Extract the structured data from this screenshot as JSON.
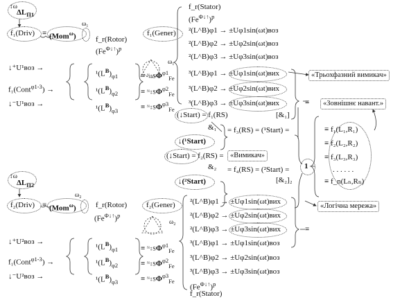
{
  "top_block": {
    "dl1_prefix": "↕ω",
    "dl1": "ΔL",
    "dl1_sub": "П1",
    "driv1": "f₁(Driv)",
    "mom1": "(Mom",
    "mom1_sup": "ω",
    "mom1_close": ")",
    "omega1": "ω₁",
    "rotor1": "f_r(Rotor)",
    "fe1": "(Fe",
    "fe1_sup": "Φ↓↑",
    "fe1_close": ")",
    "fe1_p": "p",
    "gener1": "f₁(Gener)",
    "omega1b": "ω₁",
    "stator1": "f_r(Stator)",
    "fe1b": "(Fe",
    "fe1b_sup": "Φ↓↑",
    "fe1b_close": ")",
    "fe1b_p": "p",
    "u1_top": "↓⁺U¹вoз →",
    "cont1": "f₁(Cont",
    "cont1_sup": "φ1-3",
    "cont1_close": ") →",
    "u1_bot": "↓⁻U¹вoз →",
    "lb1": "¹(L",
    "lb1_sup": "B",
    "lb1_close": ")",
    "lb1_subs": [
      "φ1",
      "φ2",
      "φ3"
    ],
    "flux1": [
      "ᴺ↕S",
      "ᴺ↕S",
      "ᴺ↕S"
    ],
    "flux1_phi": [
      "Φ",
      "Φ",
      "Φ"
    ],
    "flux1_sup": [
      "φ1",
      "φ2",
      "φ3"
    ],
    "flux1_fe": [
      "Fe",
      "Fe",
      "Fe"
    ],
    "gen1_rows": [
      "²(L^B)φ1 → ±Uφ1sin(ωt)воз",
      "²(L^B)φ2 → ±Uφ2sin(ωt)воз",
      "²(L^B)φ3 → ±Uφ3sin(ωt)воз",
      "³(L^B)φ1 → ±Uφ1sin(ωt)вих",
      "³(L^B)φ2 → ±Uφ2sin(ωt)вих",
      "³(L^B)φ3 → ±Uφ3sin(ωt)вих"
    ]
  },
  "middle_block": {
    "start_rs": "(↓Start) = f₁(RS)",
    "start1": "↓(¹Start)",
    "and1": "&₁",
    "f3": "= f₃(RS) = (¹Start) =",
    "and3": "[&₁]",
    "start2_rs": "(↓Start) = f₂(RS) =",
    "switch_label": "«Вимикач»",
    "and2": "&₂",
    "f4": "= f₄(RS) = (²Start) =",
    "start2": "↓(²Start)",
    "and2b": "[&₂]₂",
    "three_phase_switch": "«Трьохфазний вимикач»",
    "external_load": "«Зовнішнє навант.»",
    "logic_network": "«Логічна мережа»",
    "load_rows": [
      "≡ f₁(L₁,R₁)",
      "≡ f₂(L₂,R₂)",
      "≡ f₃(L₃,R₃)",
      ". . . . . .",
      "≡ f_n(Lₙ,Rₙ)"
    ],
    "one": "1",
    "eq": "≡"
  },
  "bottom_block": {
    "dl2_prefix": "↕ω",
    "dl2": "ΔL",
    "dl2_sub": "П2",
    "driv2": "f₂(Driv)",
    "mom2": "(Mom",
    "mom2_sup": "ω",
    "mom2_close": ")",
    "omega2": "ω₂",
    "rotor2": "f_r(Rotor)",
    "fe2": "(Fe",
    "fe2_sup": "Φ↓↑",
    "fe2_close": ")",
    "fe2_p": "p",
    "gener2": "f₂(Gener)",
    "omega2b": "ω₂",
    "u2_top": "↓⁺U²вoз →",
    "cont2": "f₁(Cont",
    "cont2_sup": "φ1-3",
    "cont2_close": ") →",
    "u2_bot": "↓⁻U²вoз →",
    "lb2": "¹(L",
    "lb2_sup": "B",
    "lb2_close": ")",
    "lb2_subs": [
      "φ1",
      "φ2",
      "φ3"
    ],
    "flux2": [
      "ᴺ↕S",
      "ᴺ↕S",
      "ᴺ↕S"
    ],
    "flux2_phi": [
      "Φ",
      "Φ",
      "Φ"
    ],
    "flux2_sup": [
      "φ1",
      "φ2",
      "φ3"
    ],
    "flux2_fe": [
      "Fe",
      "Fe",
      "Fe"
    ],
    "gen2_rows": [
      "²(L^B)φ1 → ±Uφ1sin(ωt)вих",
      "²(L^B)φ2 → ±Uφ2sin(ωt)вих",
      "²(L^B)φ3 → ±Uφ3sin(ωt)вих",
      "³(L^B)φ1 → ±Uφ1sin(ωt)воз",
      "³(L^B)φ2 → ±Uφ2sin(ωt)воз",
      "³(L^B)φ3 → ±Uφ3sin(ωt)воз"
    ],
    "fe2b": "(Fe",
    "fe2b_sup": "Φ↓↑",
    "fe2b_close": ")",
    "fe2b_p": "p",
    "stator2": "f_r(Stator)"
  }
}
